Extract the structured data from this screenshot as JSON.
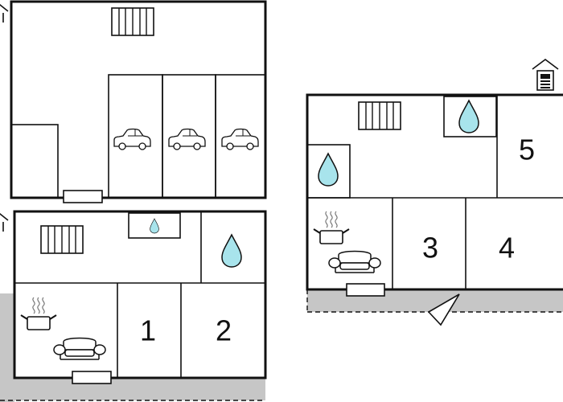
{
  "colors": {
    "wall": "#111111",
    "terrace": "#c6c6c6",
    "water_drop": "#a8e4ec",
    "background": "#ffffff"
  },
  "plans": [
    {
      "id": "garage-level",
      "parking_spaces": 3,
      "icons": [
        "radiator-icon",
        "car-icon",
        "car-icon",
        "car-icon",
        "house-entrance-icon"
      ]
    },
    {
      "id": "ground-floor",
      "room_labels": [
        "1",
        "2"
      ],
      "icons": [
        "radiator-icon",
        "water-drop-icon",
        "water-drop-icon",
        "cooking-pot-icon",
        "sofa-icon",
        "house-entrance-icon"
      ]
    },
    {
      "id": "upper-floor",
      "room_labels": [
        "5",
        "3",
        "4"
      ],
      "icons": [
        "radiator-icon",
        "water-drop-icon",
        "water-drop-icon",
        "cooking-pot-icon",
        "sofa-icon",
        "house-entrance-icon",
        "view-arrow-icon"
      ]
    }
  ]
}
